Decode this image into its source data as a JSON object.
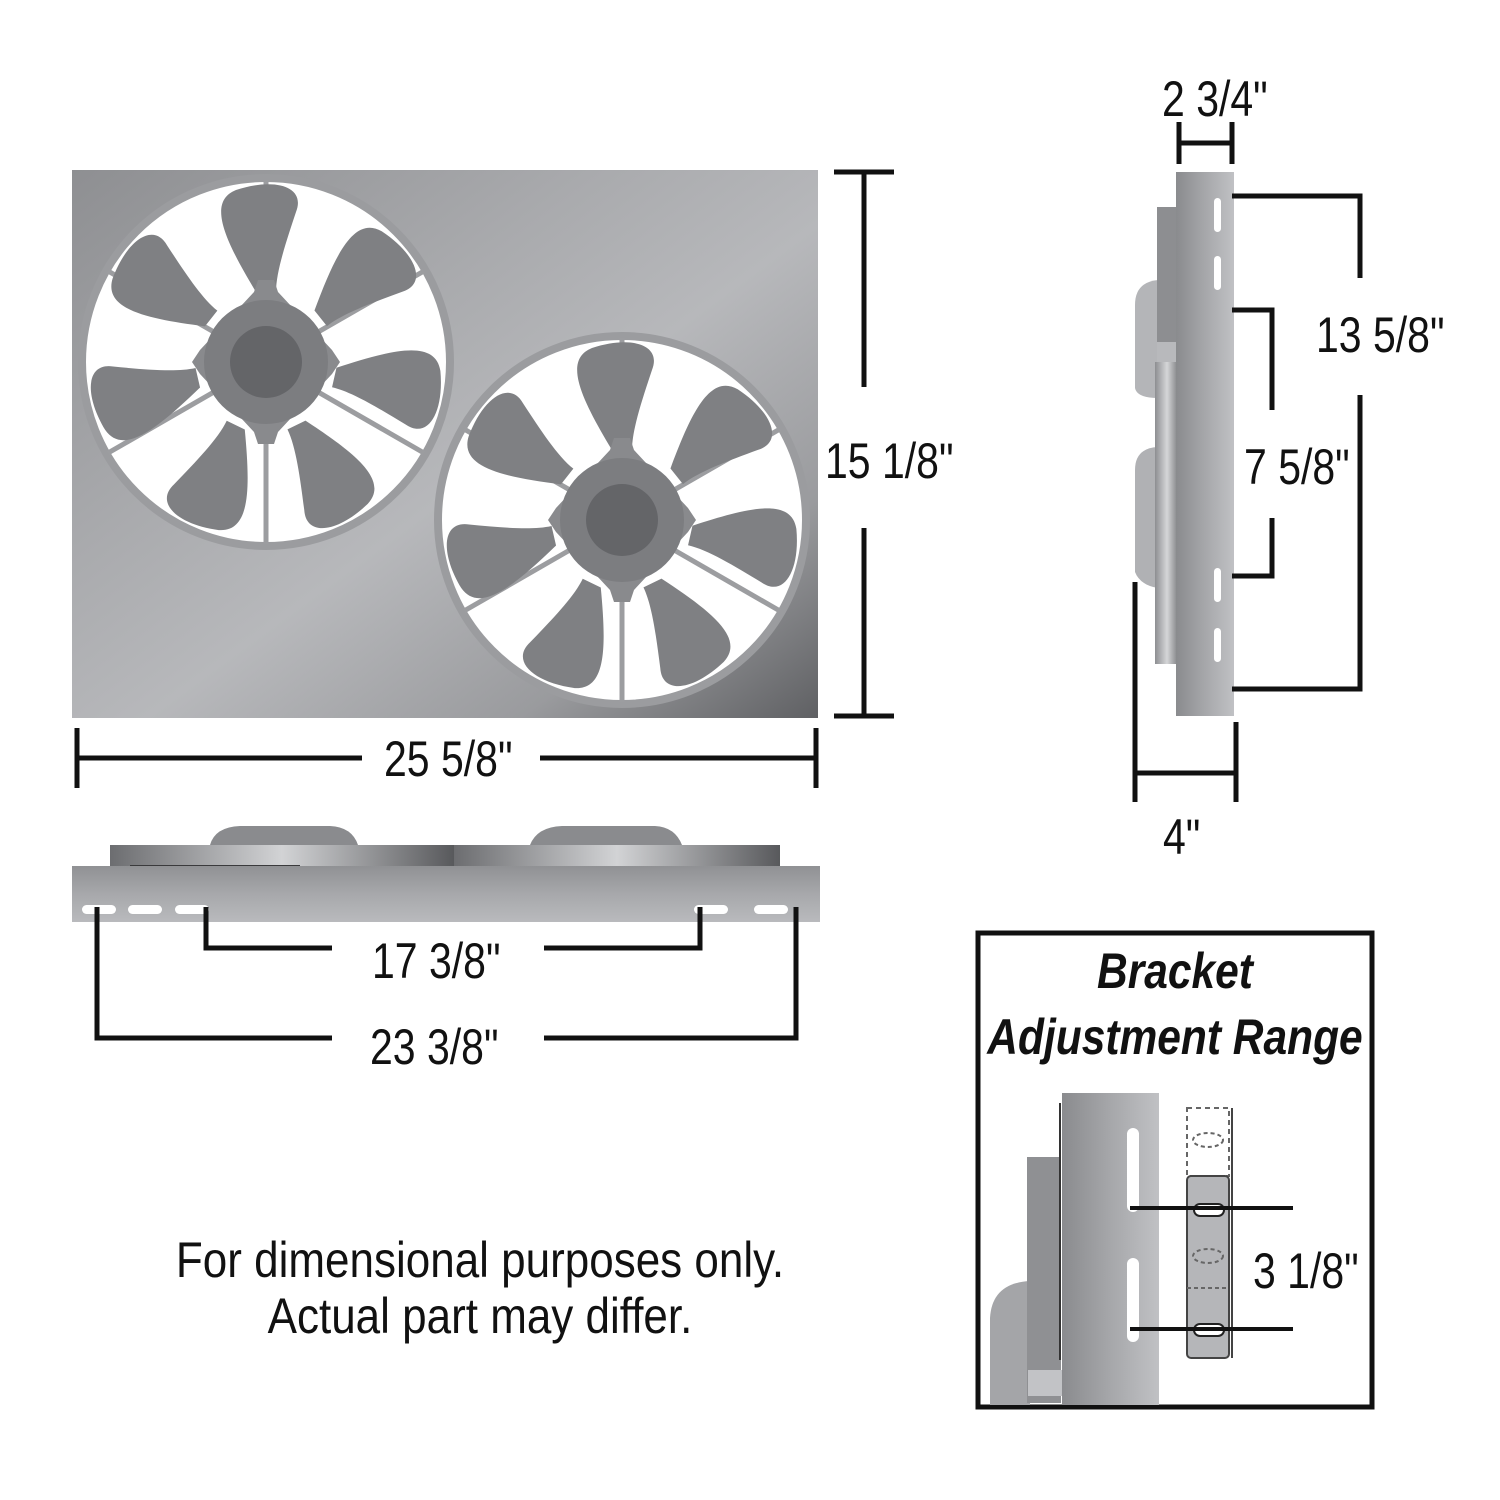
{
  "front_view": {
    "width_label": "25 5/8\"",
    "height_label": "15 1/8\"",
    "fan_count": 2,
    "blades_per_fan": 7
  },
  "side_view": {
    "depth_top_label": "2 3/4\"",
    "depth_bottom_label": "4\"",
    "outer_mount_label": "13 5/8\"",
    "inner_mount_label": "7 5/8\""
  },
  "bottom_view": {
    "inner_mount_label": "17 3/8\"",
    "outer_mount_label": "23 3/8\""
  },
  "bracket_box": {
    "title_line1": "Bracket",
    "title_line2": "Adjustment Range",
    "range_label": "3 1/8\""
  },
  "disclaimer": {
    "line1": "For dimensional purposes only.",
    "line2": "Actual part may differ."
  },
  "colors": {
    "line": "#111111",
    "shroud_light": "#b4b5b8",
    "shroud_dark": "#6a6b6e",
    "blade": "#7e7f82"
  }
}
